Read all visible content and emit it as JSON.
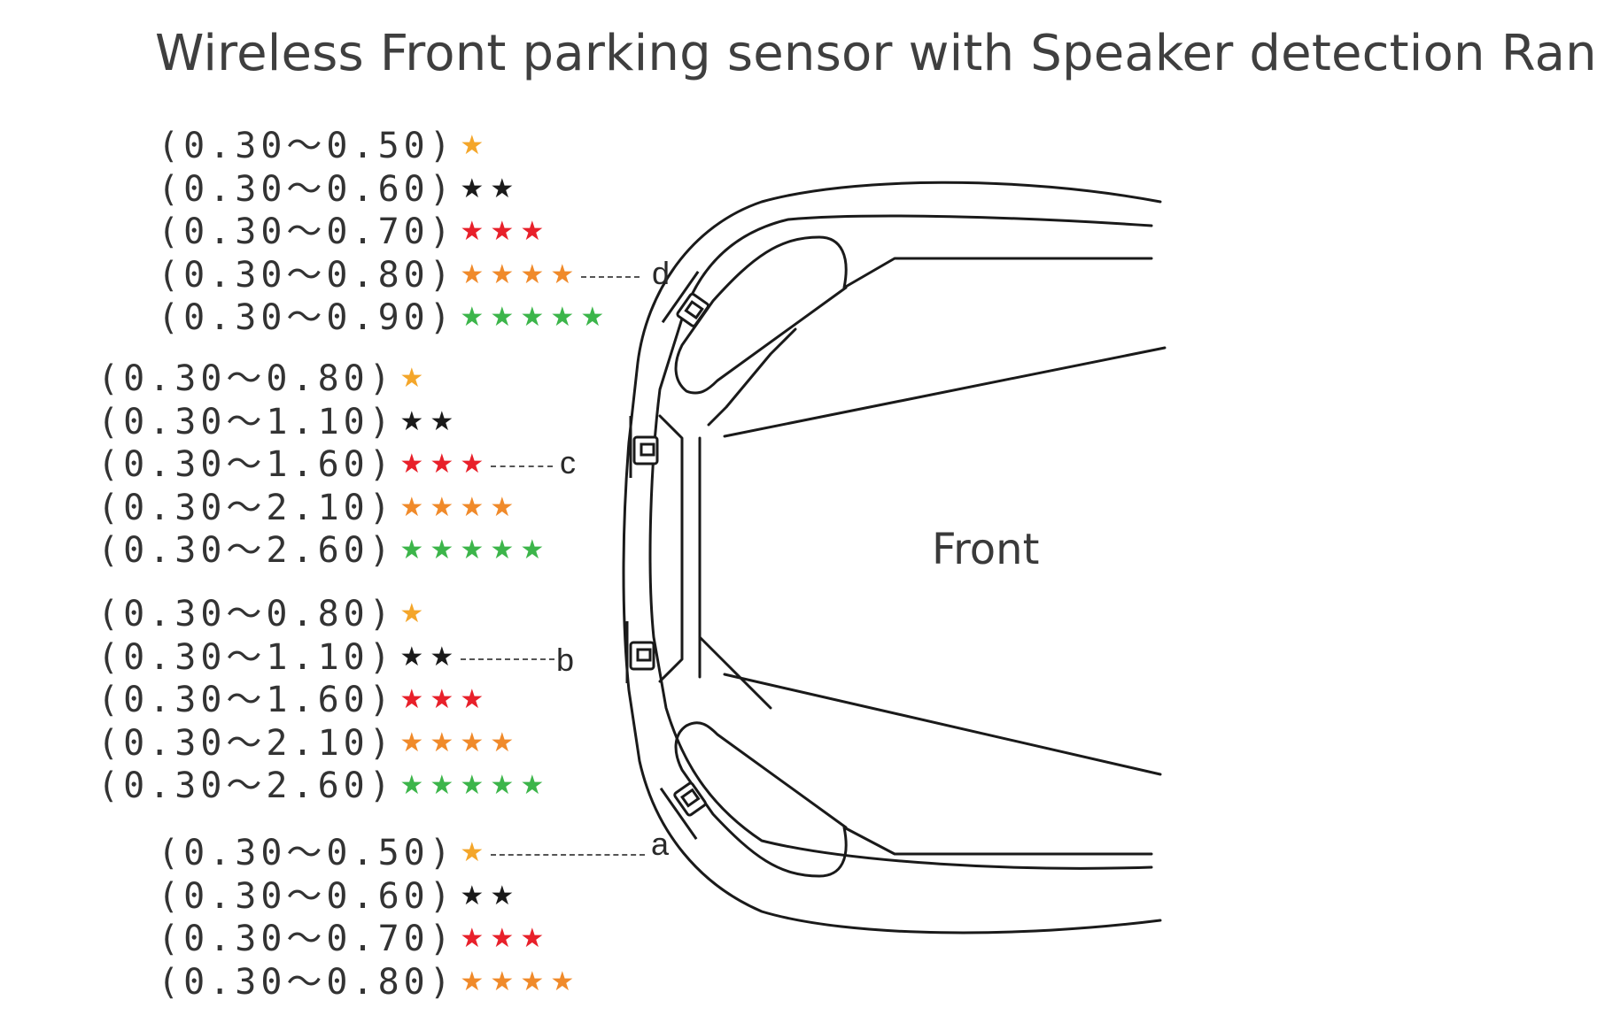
{
  "title": "Wireless Front parking sensor with Speaker detection Range",
  "front_label": "Front",
  "star_glyph": "★",
  "level_colors": [
    "#f4a62a",
    "#1a1a1a",
    "#e8202a",
    "#f08a2a",
    "#3cb54a"
  ],
  "groups": [
    {
      "sensor": "d",
      "rows": [
        {
          "range": "(0.30～0.50)",
          "level": 1
        },
        {
          "range": "(0.30～0.60)",
          "level": 2
        },
        {
          "range": "(0.30～0.70)",
          "level": 3
        },
        {
          "range": "(0.30～0.80)",
          "level": 4
        },
        {
          "range": "(0.30～0.90)",
          "level": 5
        }
      ]
    },
    {
      "sensor": "c",
      "rows": [
        {
          "range": "(0.30～0.80)",
          "level": 1
        },
        {
          "range": "(0.30～1.10)",
          "level": 2
        },
        {
          "range": "(0.30～1.60)",
          "level": 3
        },
        {
          "range": "(0.30～2.10)",
          "level": 4
        },
        {
          "range": "(0.30～2.60)",
          "level": 5
        }
      ]
    },
    {
      "sensor": "b",
      "rows": [
        {
          "range": "(0.30～0.80)",
          "level": 1
        },
        {
          "range": "(0.30～1.10)",
          "level": 2
        },
        {
          "range": "(0.30～1.60)",
          "level": 3
        },
        {
          "range": "(0.30～2.10)",
          "level": 4
        },
        {
          "range": "(0.30～2.60)",
          "level": 5
        }
      ]
    },
    {
      "sensor": "a",
      "rows": [
        {
          "range": "(0.30～0.50)",
          "level": 1
        },
        {
          "range": "(0.30～0.60)",
          "level": 2
        },
        {
          "range": "(0.30～0.70)",
          "level": 3
        },
        {
          "range": "(0.30～0.80)",
          "level": 4
        }
      ]
    }
  ]
}
